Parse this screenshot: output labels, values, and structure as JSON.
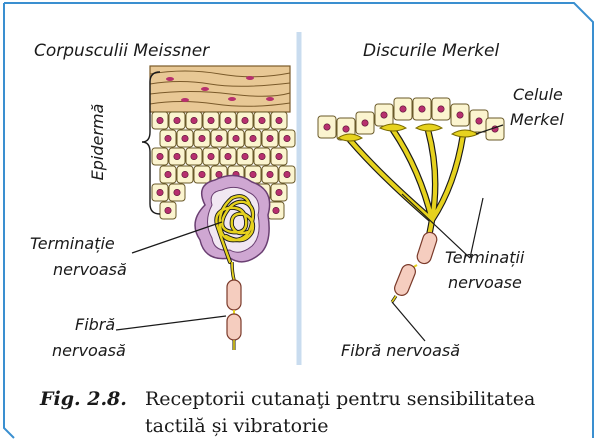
{
  "left_panel": {
    "title": "Corpusculii Meissner",
    "epidermis_label": "Epidermă",
    "nerve_ending_label_line1": "Terminație",
    "nerve_ending_label_line2": "nervoasă",
    "nerve_fiber_label_line1": "Fibră",
    "nerve_fiber_label_line2": "nervoasă"
  },
  "right_panel": {
    "title": "Discurile Merkel",
    "merkel_cells_label_line1": "Celule",
    "merkel_cells_label_line2": "Merkel",
    "nerve_endings_label_line1": "Terminații",
    "nerve_endings_label_line2": "nervoase",
    "nerve_fiber_label": "Fibră nervoasă"
  },
  "caption": {
    "figure_number": "Fig. 2.8.",
    "text_line1": "Receptorii cutanaţi pentru sensibilitatea",
    "text_line2": "tactilă și vibratorie"
  },
  "colors": {
    "frame": "#3a8fd0",
    "divider": "#c9dcef",
    "cell_fill": "#fbf4cf",
    "nucleus": "#b7306e",
    "keratin": "#e8c895",
    "nerve": "#e6d21e",
    "corpuscle_capsule": "#cfa7d2",
    "myelin": "#f5cdbf"
  }
}
